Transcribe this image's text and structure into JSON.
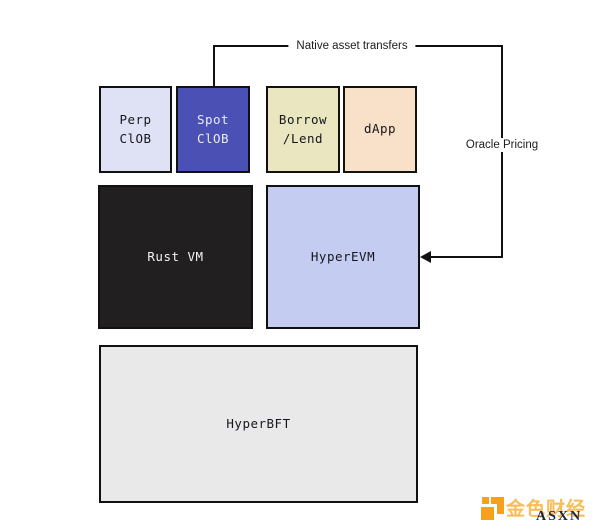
{
  "diagram": {
    "connectors": {
      "native_asset_transfers_label": "Native asset transfers",
      "oracle_pricing_label": "Oracle Pricing"
    },
    "boxes": {
      "perp_clob": {
        "line1": "Perp",
        "line2": "ClOB",
        "fill": "#dfe1f4",
        "text_color": "#16161d"
      },
      "spot_clob": {
        "line1": "Spot",
        "line2": "ClOB",
        "fill": "#4a50b4",
        "text_color": "#e9ecfa"
      },
      "borrow_lend": {
        "line1": "Borrow",
        "line2": "/Lend",
        "fill": "#e9e6c0",
        "text_color": "#16161d"
      },
      "dapp": {
        "label": "dApp",
        "fill": "#f9e0c8",
        "text_color": "#16161d"
      },
      "rust_vm": {
        "label": "Rust VM",
        "fill": "#211f1f",
        "text_color": "#f4f4f4"
      },
      "hyperevm": {
        "label": "HyperEVM",
        "fill": "#c4cdf1",
        "text_color": "#16161d"
      },
      "hyperbft": {
        "label": "HyperBFT",
        "fill": "#e9e9e9",
        "text_color": "#16161d"
      }
    },
    "line_color": "#111111",
    "watermark": {
      "brand_cn": "金色财经",
      "brand_en": "ASXN",
      "brand_cn_color": "#f6a81e",
      "brand_en_color": "#1b2440"
    }
  }
}
